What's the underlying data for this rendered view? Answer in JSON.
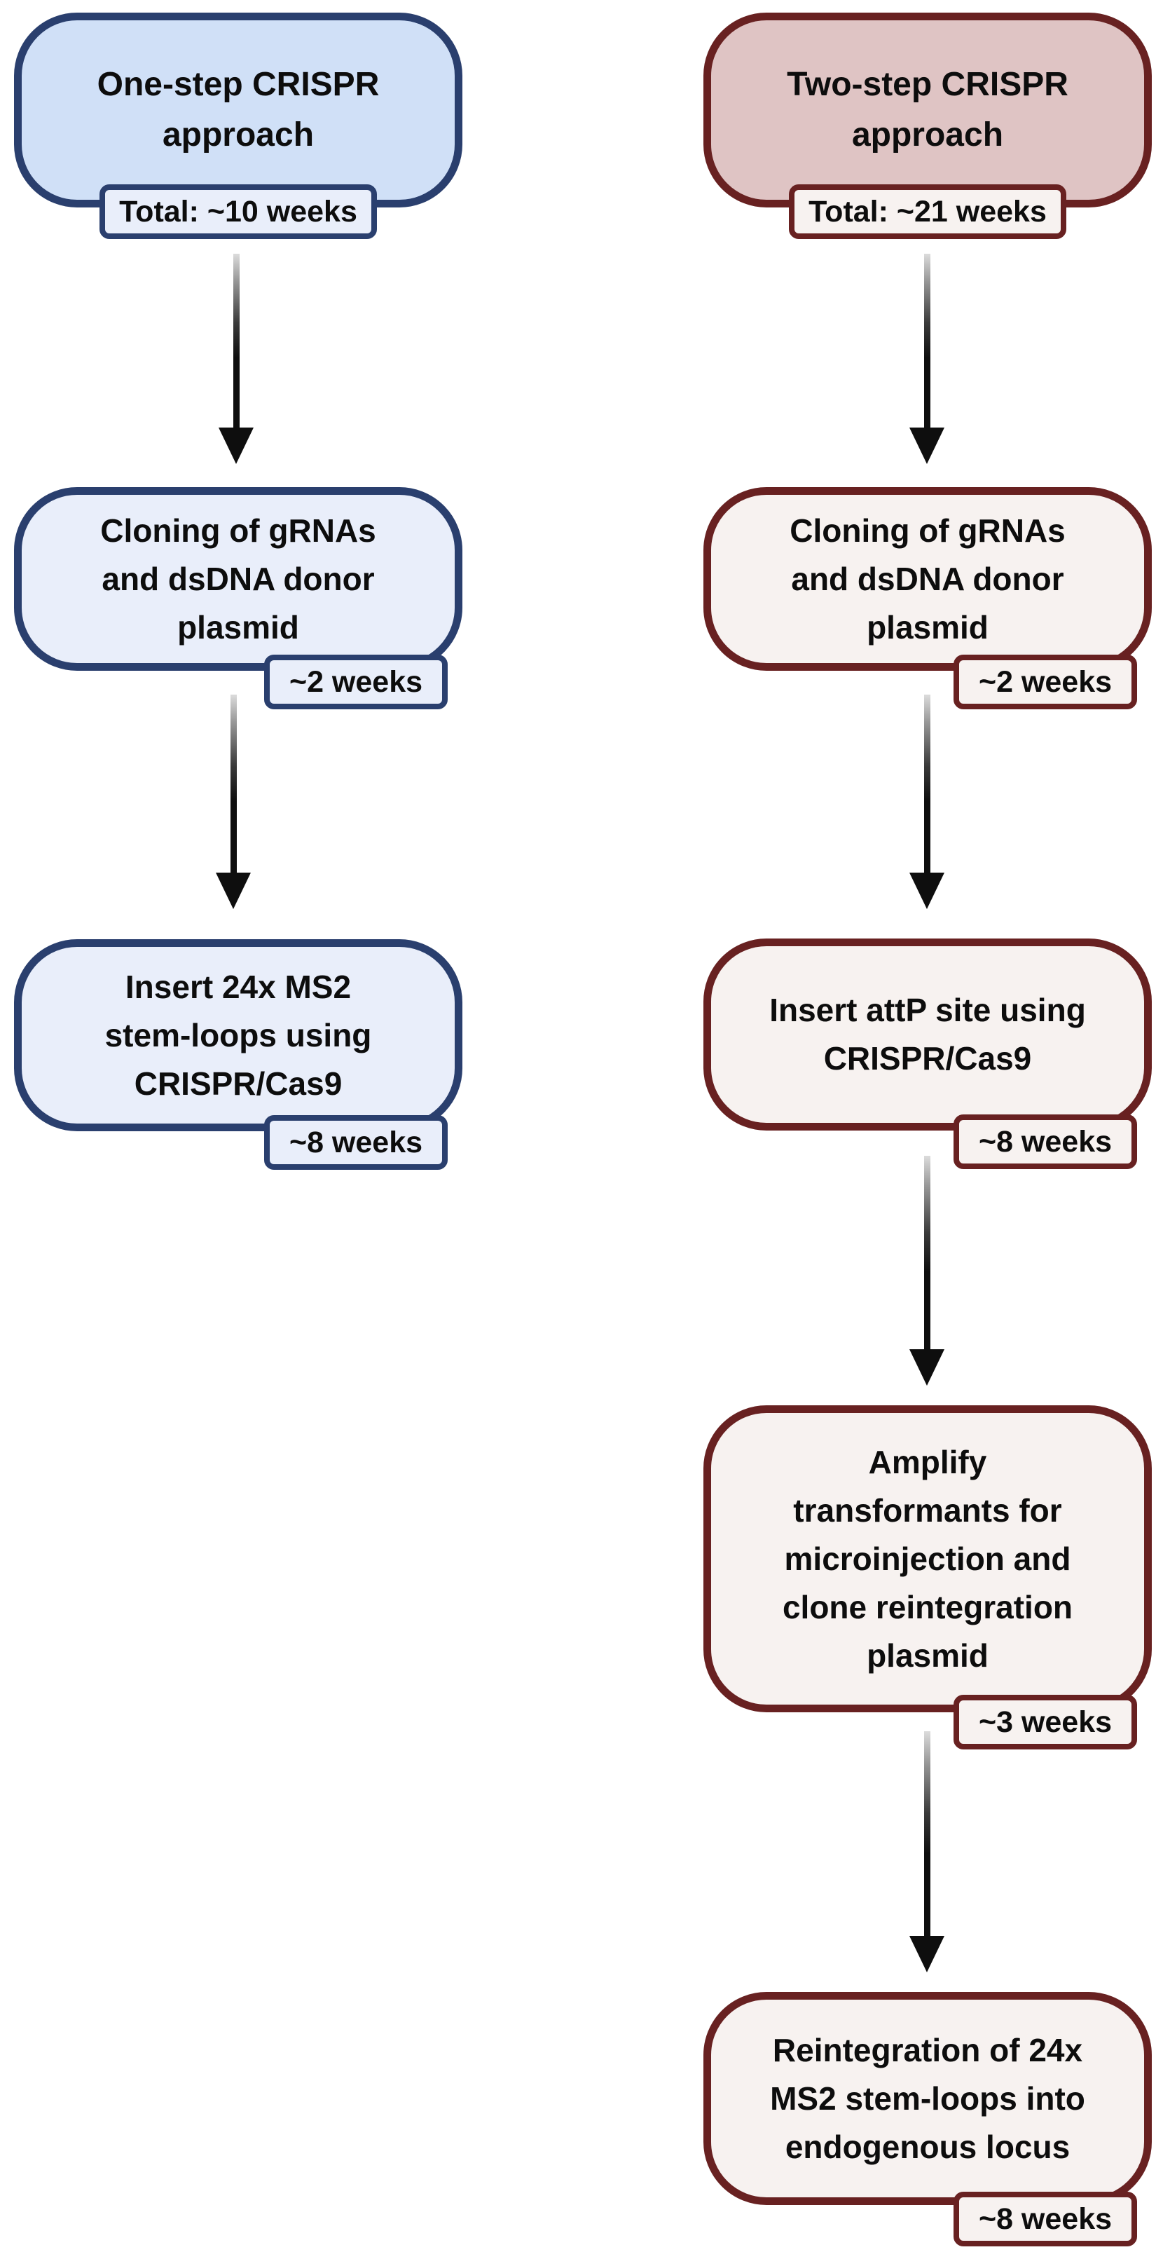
{
  "palette": {
    "navy": "#2a3f6e",
    "navy_fill_header": "#d0e0f7",
    "navy_fill_light": "#e9eefa",
    "maroon": "#682121",
    "maroon_fill_header": "#dfc4c4",
    "maroon_fill_light": "#f7f2f0",
    "arrow": "#0e0e0e",
    "text": "#0d0d0d",
    "background": "#ffffff"
  },
  "diagram": {
    "left": {
      "header": {
        "title_lines": [
          "One-step CRISPR",
          "approach"
        ],
        "total": "Total: ~10 weeks"
      },
      "steps": [
        {
          "title_lines": [
            "Cloning of gRNAs",
            "and dsDNA donor",
            "plasmid"
          ],
          "duration": "~2 weeks"
        },
        {
          "title_lines": [
            "Insert 24x MS2",
            "stem-loops using",
            "CRISPR/Cas9"
          ],
          "duration": "~8 weeks"
        }
      ]
    },
    "right": {
      "header": {
        "title_lines": [
          "Two-step CRISPR",
          "approach"
        ],
        "total": "Total: ~21 weeks"
      },
      "steps": [
        {
          "title_lines": [
            "Cloning of gRNAs",
            "and dsDNA donor",
            "plasmid"
          ],
          "duration": "~2 weeks"
        },
        {
          "title_lines": [
            "Insert attP site using",
            "CRISPR/Cas9"
          ],
          "duration": "~8 weeks"
        },
        {
          "title_lines": [
            "Amplify",
            "transformants for",
            "microinjection and",
            "clone reintegration",
            "plasmid"
          ],
          "duration": "~3 weeks"
        },
        {
          "title_lines": [
            "Reintegration of 24x",
            "MS2 stem-loops into",
            "endogenous locus"
          ],
          "duration": "~8 weeks"
        }
      ]
    }
  }
}
